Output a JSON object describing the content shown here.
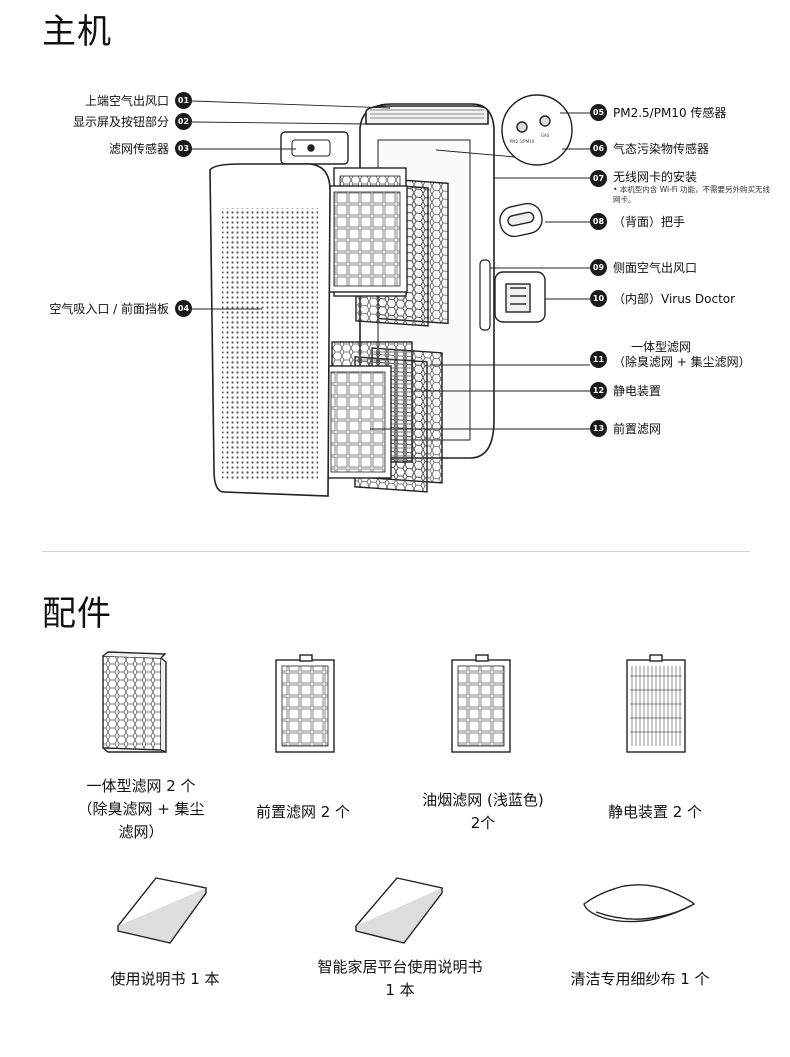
{
  "main_section": {
    "title": "主机",
    "callouts_left": [
      {
        "num": "01",
        "label": "上端空气出风口"
      },
      {
        "num": "02",
        "label": "显示屏及按钮部分"
      },
      {
        "num": "03",
        "label": "滤网传感器"
      },
      {
        "num": "04",
        "label": "空气吸入口 / 前面挡板"
      }
    ],
    "callouts_right": [
      {
        "num": "05",
        "label": "PM2.5/PM10 传感器"
      },
      {
        "num": "06",
        "label": "气态污染物传感器"
      },
      {
        "num": "07",
        "label": "无线网卡的安装",
        "note": "• 本机型内含 Wi-Fi 功能，不需要另外购买无线网卡。"
      },
      {
        "num": "08",
        "label": "（背面）把手"
      },
      {
        "num": "09",
        "label": "侧面空气出风口"
      },
      {
        "num": "10",
        "label": "（内部）Virus Doctor"
      },
      {
        "num": "11",
        "label_line1": "一体型滤网",
        "label_line2": "（除臭滤网 + 集尘滤网）"
      },
      {
        "num": "12",
        "label": "静电装置"
      },
      {
        "num": "13",
        "label": "前置滤网"
      }
    ]
  },
  "accessories_section": {
    "title": "配件",
    "items": [
      {
        "line1": "一体型滤网 2 个",
        "line2": "（除臭滤网 + 集尘",
        "line3": "滤网）"
      },
      {
        "line1": "前置滤网 2 个"
      },
      {
        "line1": "油烟滤网 (浅蓝色)",
        "line2": "2个"
      },
      {
        "line1": "静电装置 2 个"
      },
      {
        "line1": "使用说明书 1 本"
      },
      {
        "line1": "智能家居平台使用说明书",
        "line2": "1 本"
      },
      {
        "line1": "清洁专用细纱布 1 个"
      }
    ]
  },
  "colors": {
    "badge": "#1a1a1a",
    "divider": "#cfcfcf",
    "line": "#222222"
  }
}
